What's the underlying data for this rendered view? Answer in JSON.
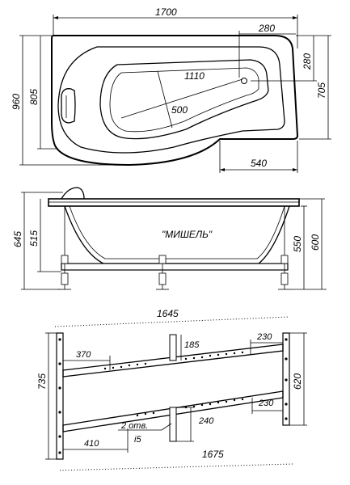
{
  "top_view": {
    "overall_length": "1700",
    "overall_width": "960",
    "short_side_width": "705",
    "inner_depth_left": "805",
    "offset_top_right": "280",
    "offset_side_right": "280",
    "bowl_length": "1110",
    "bowl_width": "500",
    "bottom_right_step": "540"
  },
  "side_view": {
    "model_name": "\"МИШЕЛЬ\"",
    "height_left_outer": "645",
    "height_left_inner": "515",
    "height_right_inner": "550",
    "height_right_outer": "600"
  },
  "frame_view": {
    "top_length": "1645",
    "bottom_length": "1675",
    "left_height": "735",
    "right_height": "620",
    "top_left_offset": "370",
    "top_right_offset": "230",
    "center_post_top": "185",
    "lower_right_offset": "230",
    "center_post_bottom": "240",
    "bottom_left_offset": "410",
    "holes_label": "2 отв.",
    "holes_size": "i5"
  }
}
